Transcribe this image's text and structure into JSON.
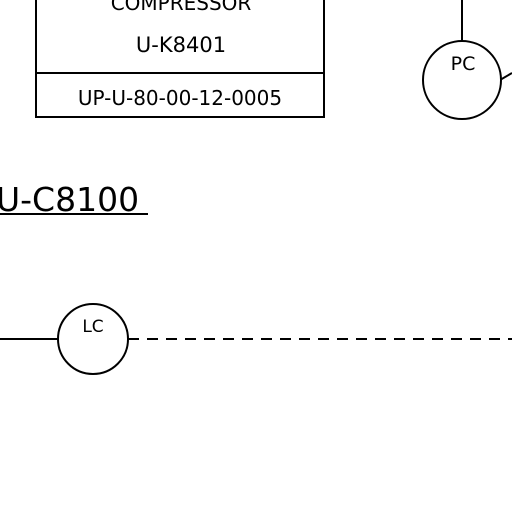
{
  "equipment_box": {
    "name": "COMPRESSOR",
    "tag": "U-K8401",
    "drawing_number": "UP-U-80-00-12-0005"
  },
  "pc_instrument": {
    "label": "PC"
  },
  "line_label": {
    "text": "U-C8100"
  },
  "lc_instrument": {
    "label": "LC"
  }
}
